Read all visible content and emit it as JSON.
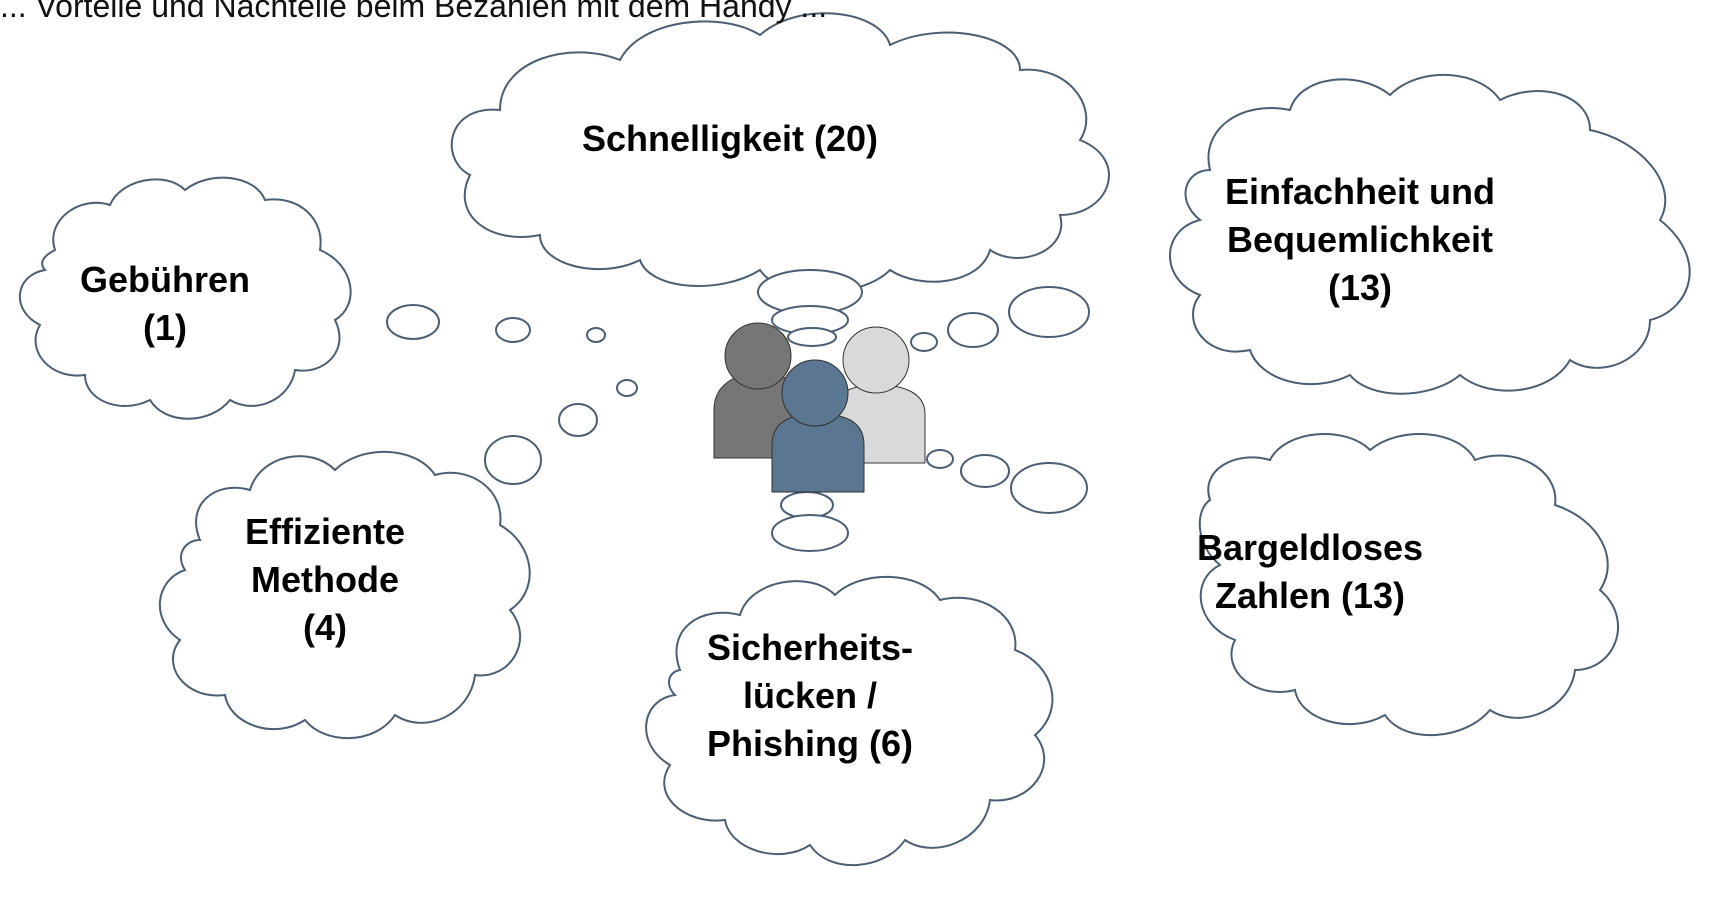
{
  "header_fragment": "... Vorteile und Nachteile beim Bezahlen mit dem Handy ...",
  "colors": {
    "outline": "#4a5f74",
    "person_dark": "#767676",
    "person_blue": "#5a7690",
    "person_light": "#d9d9d9"
  },
  "clouds": [
    {
      "lines": [
        "Schnelligkeit (20)"
      ]
    },
    {
      "lines": [
        "Einfachheit und",
        "Bequemlichkeit",
        "(13)"
      ]
    },
    {
      "lines": [
        "Gebühren",
        "(1)"
      ]
    },
    {
      "lines": [
        "Effiziente",
        "Methode",
        "(4)"
      ]
    },
    {
      "lines": [
        "Sicherheits-",
        "lücken /",
        "Phishing (6)"
      ]
    },
    {
      "lines": [
        "Bargeldloses",
        "Zahlen (13)"
      ]
    }
  ],
  "icon": "group-of-people-icon"
}
